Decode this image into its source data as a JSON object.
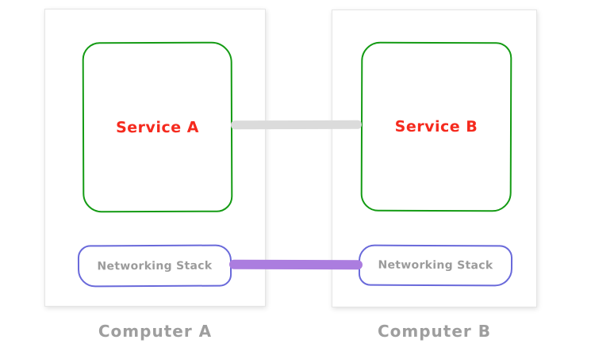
{
  "colors": {
    "service_border": "#149b14",
    "service_text": "#f52a1e",
    "stack_border": "#6969da",
    "stack_text": "#9b9b9b",
    "computer_label": "#9e9e9e",
    "service_link": "#dbdbdb",
    "network_link": "#ab7ddf",
    "computer_border": "#e5e5e5"
  },
  "computers": [
    {
      "label": "Computer A",
      "service_label": "Service A",
      "stack_label": "Networking Stack"
    },
    {
      "label": "Computer B",
      "service_label": "Service B",
      "stack_label": "Networking Stack"
    }
  ],
  "connections": [
    {
      "name": "service-link",
      "from": "Service A",
      "to": "Service B",
      "color": "#dbdbdb"
    },
    {
      "name": "network-link",
      "from": "Networking Stack",
      "to": "Networking Stack",
      "color": "#ab7ddf"
    }
  ]
}
